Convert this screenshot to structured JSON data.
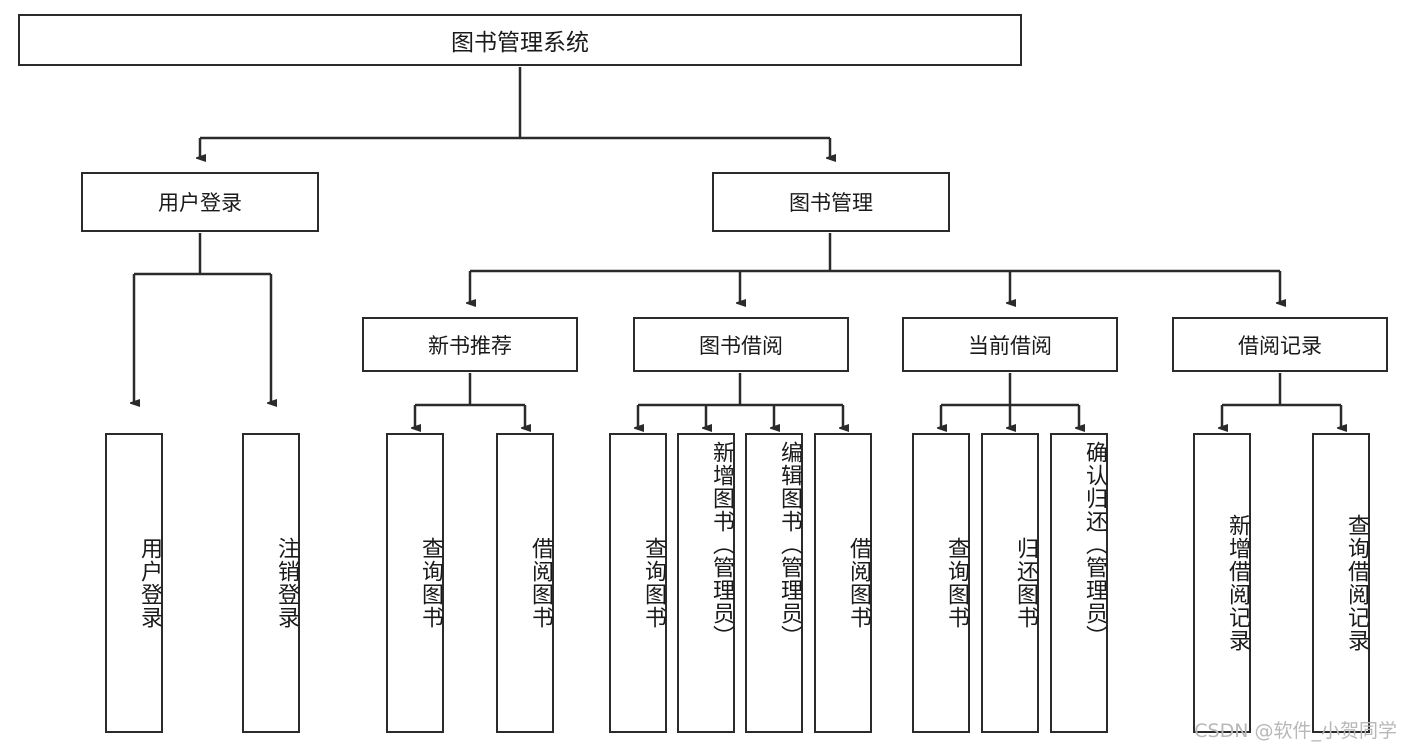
{
  "diagram": {
    "title": "图书管理系统",
    "background_color": "#ffffff",
    "line_color": "#2b2b2b",
    "text_color": "#1a1a1a",
    "root": {
      "label": "图书管理系统"
    },
    "level2": [
      {
        "label": "用户登录"
      },
      {
        "label": "图书管理"
      }
    ],
    "level3": [
      {
        "label": "新书推荐"
      },
      {
        "label": "图书借阅"
      },
      {
        "label": "当前借阅"
      },
      {
        "label": "借阅记录"
      }
    ],
    "leaves": {
      "user_login": [
        {
          "label": "用户登录"
        },
        {
          "label": "注销登录"
        }
      ],
      "new_book_recommend": [
        {
          "label": "查询图书"
        },
        {
          "label": "借阅图书"
        }
      ],
      "book_borrow": [
        {
          "label": "查询图书"
        },
        {
          "label": "新增图书（管理员）"
        },
        {
          "label": "编辑图书（管理员）"
        },
        {
          "label": "借阅图书"
        }
      ],
      "current_borrow": [
        {
          "label": "查询图书"
        },
        {
          "label": "归还图书"
        },
        {
          "label": "确认归还（管理员）"
        }
      ],
      "borrow_records": [
        {
          "label": "新增借阅记录"
        },
        {
          "label": "查询借阅记录"
        }
      ]
    }
  },
  "watermark": {
    "text": "CSDN @软件_小贺同学"
  }
}
